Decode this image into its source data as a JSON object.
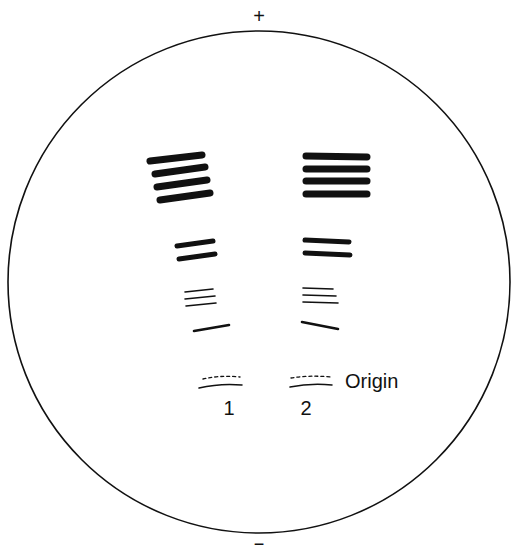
{
  "diagram": {
    "labels": [
      "+",
      "Origin",
      "1",
      "2",
      "−"
    ]
  }
}
